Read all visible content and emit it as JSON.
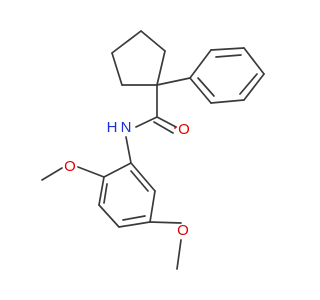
{
  "structure": {
    "atoms": {
      "amide_nitrogen": "N",
      "amide_hydrogen": "H",
      "carbonyl_oxygen": "O",
      "methoxy_oxygen_top": "O",
      "methoxy_oxygen_bottom": "O"
    },
    "colors": {
      "bond": "#3a3a3a",
      "oxygen": "#e00000",
      "nitrogen": "#1f2fd6",
      "background": "#ffffff"
    }
  }
}
